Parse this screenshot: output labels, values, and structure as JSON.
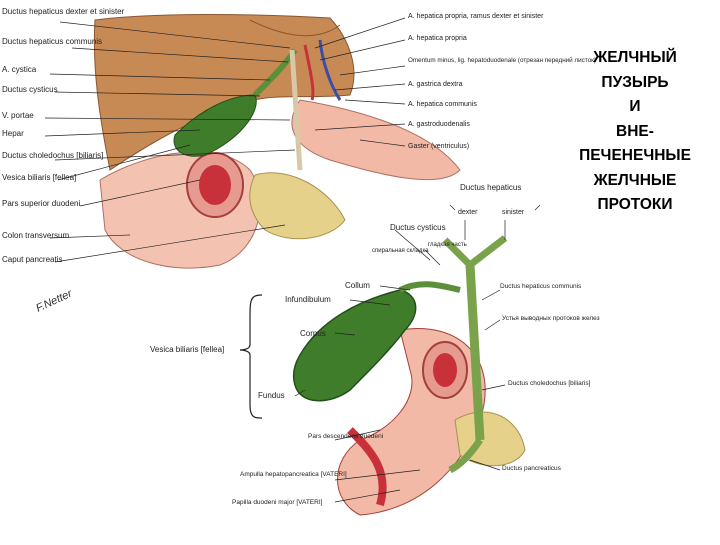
{
  "slide": {
    "title_lines": [
      "ЖЕЛЧНЫЙ",
      "ПУЗЫРЬ",
      "И",
      "ВНЕ-",
      "ПЕЧЕНЕЧНЫЕ",
      "ЖЕЛЧНЫЕ",
      "ПРОТОКИ"
    ],
    "signature": "F.Netter"
  },
  "top_figure": {
    "left_labels": [
      "Ductus hepaticus dexter et sinister",
      "Ductus hepaticus communis",
      "A. cystica",
      "Ductus cysticus",
      "V. portae",
      "Hepar",
      "Ductus choledochus [biliaris]",
      "Vesica biliaris [fellea]",
      "Pars superior duodeni",
      "Colon transversum",
      "Caput pancreatis"
    ],
    "right_labels": [
      "A. hepatica propria, ramus dexter et sinister",
      "A. hepatica propria",
      "Omentum minus, lig. hepatoduodenale (отрезан передний листок)",
      "A. gastrica dextra",
      "A. hepatica communis",
      "A. gastroduodenalis",
      "Gaster (ventriculus)"
    ]
  },
  "bottom_figure": {
    "top_labels": [
      "Ductus hepaticus",
      "dexter",
      "sinister",
      "Ductus cysticus",
      "спиральная складка",
      "гладкая часть"
    ],
    "left_labels": [
      "Collum",
      "Infundibulum",
      "Corpus",
      "Vesica biliaris [fellea]",
      "Fundus",
      "Pars descendens duodeni",
      "Ampulla hepatopancreatica [VATERI]",
      "Papilla duodeni major [VATERI]"
    ],
    "right_labels": [
      "Ductus hepaticus communis",
      "Устья выводных протоков желез",
      "Ductus choledochus [biliaris]",
      "Ductus pancreaticus"
    ]
  },
  "colors": {
    "gallbladder_green": "#3f7d2a",
    "tissue_pink": "#f2b9a6",
    "liver_brown": "#c88a55",
    "duodenum_red": "#c8303a",
    "pancreas_yellow": "#e6d18a"
  }
}
